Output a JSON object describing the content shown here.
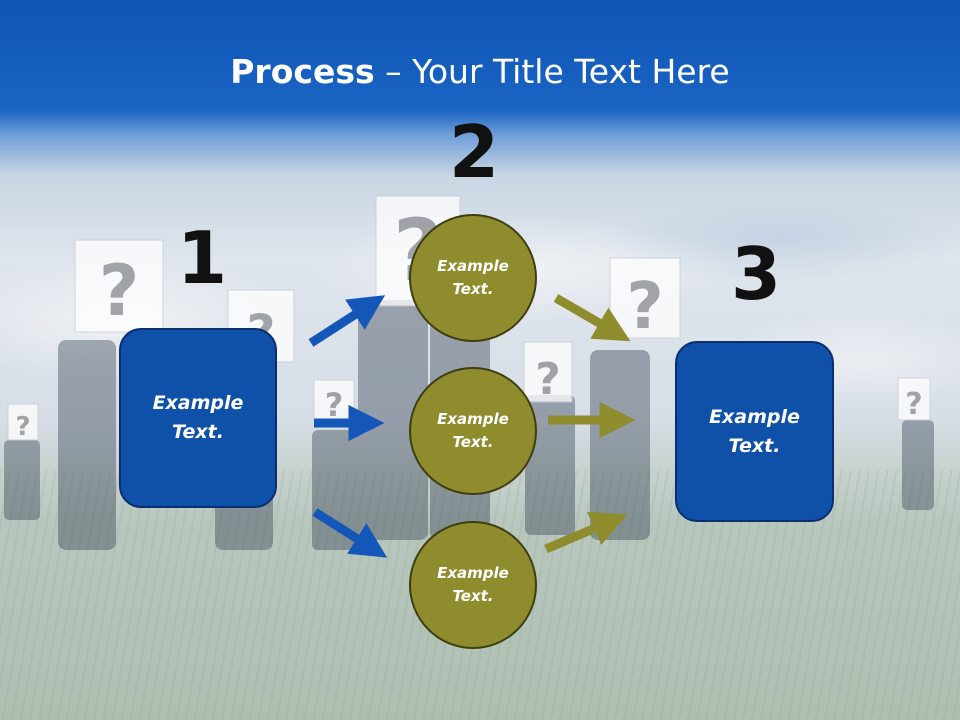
{
  "title": {
    "bold": "Process",
    "rest": " – Your Title Text Here"
  },
  "steps": {
    "one": "1",
    "two": "2",
    "three": "3"
  },
  "left_box": {
    "text": "Example\nText."
  },
  "circles": [
    {
      "text": "Example\nText."
    },
    {
      "text": "Example\nText."
    },
    {
      "text": "Example\nText."
    }
  ],
  "right_box": {
    "text": "Example\nText."
  },
  "background_signs": [
    "?",
    "?",
    "?",
    "?",
    "?",
    "?",
    "?",
    "?",
    "?"
  ],
  "colors": {
    "header_blue": "#1a64c4",
    "box_blue": "#0f50a8",
    "circle_olive": "#8f8c2e",
    "arrow_blue": "#1457b8",
    "arrow_olive": "#8f8c2e"
  }
}
